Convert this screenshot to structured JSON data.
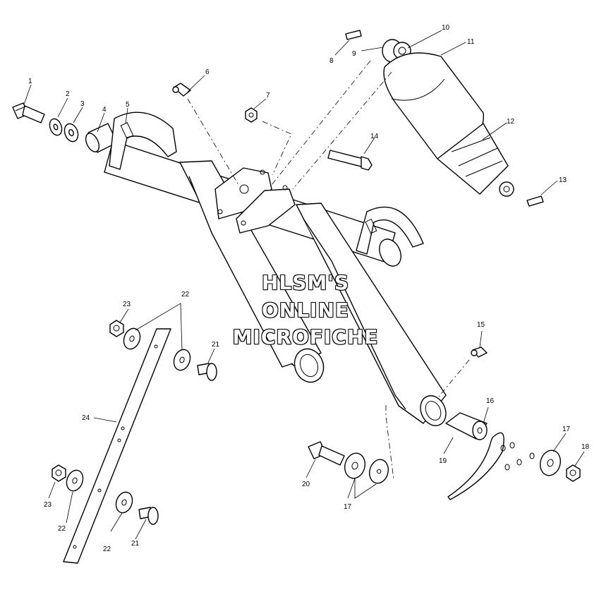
{
  "watermark": {
    "line1": "HLSM'S",
    "line2": "ONLINE",
    "line3": "MICROFICHE"
  },
  "callouts": [
    {
      "id": "c1",
      "label": "1"
    },
    {
      "id": "c2",
      "label": "2"
    },
    {
      "id": "c3",
      "label": "3"
    },
    {
      "id": "c4",
      "label": "4"
    },
    {
      "id": "c5",
      "label": "5"
    },
    {
      "id": "c6",
      "label": "6"
    },
    {
      "id": "c7",
      "label": "7"
    },
    {
      "id": "c8",
      "label": "8"
    },
    {
      "id": "c9",
      "label": "9"
    },
    {
      "id": "c10",
      "label": "10"
    },
    {
      "id": "c11",
      "label": "11"
    },
    {
      "id": "c12",
      "label": "12"
    },
    {
      "id": "c13",
      "label": "13"
    },
    {
      "id": "c14",
      "label": "14"
    },
    {
      "id": "c15",
      "label": "15"
    },
    {
      "id": "c16",
      "label": "16"
    },
    {
      "id": "c17a",
      "label": "17"
    },
    {
      "id": "c17b",
      "label": "17"
    },
    {
      "id": "c18",
      "label": "18"
    },
    {
      "id": "c19",
      "label": "19"
    },
    {
      "id": "c20",
      "label": "20"
    },
    {
      "id": "c21a",
      "label": "21"
    },
    {
      "id": "c21b",
      "label": "21"
    },
    {
      "id": "c22a",
      "label": "22"
    },
    {
      "id": "c22b",
      "label": "22"
    },
    {
      "id": "c22c",
      "label": "22"
    },
    {
      "id": "c23a",
      "label": "23"
    },
    {
      "id": "c23b",
      "label": "23"
    },
    {
      "id": "c24",
      "label": "24"
    }
  ]
}
